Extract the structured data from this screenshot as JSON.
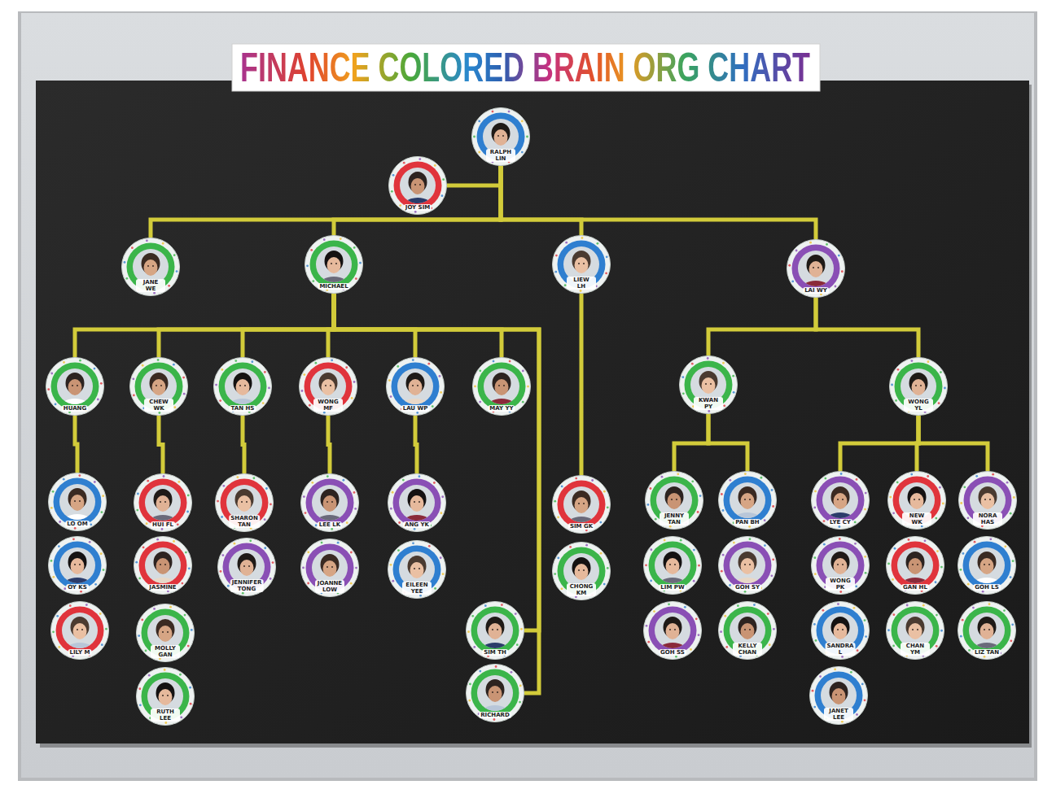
{
  "diagram": {
    "title": "FINANCE COLORED BRAIN ORG CHART",
    "nodes": [
      {
        "text": [
          "RALPH LIN"
        ]
      },
      {
        "text": [
          "JOY SIM"
        ]
      },
      {
        "text": [
          "JANE WE"
        ]
      },
      {
        "text": [
          "MICHAEL"
        ]
      },
      {
        "text": [
          "LIEW LH"
        ]
      },
      {
        "text": [
          "LAI WY"
        ]
      },
      {
        "text": [
          "HUANG"
        ]
      },
      {
        "text": [
          "CHEW WK"
        ]
      },
      {
        "text": [
          "TAN HS"
        ]
      },
      {
        "text": [
          "WONG MF"
        ]
      },
      {
        "text": [
          "LAU WP"
        ]
      },
      {
        "text": [
          "MAY YY"
        ]
      },
      {
        "text": [
          "LO OM"
        ]
      },
      {
        "text": [
          "OY KS"
        ]
      },
      {
        "text": [
          "LILY M"
        ]
      },
      {
        "text": [
          "HUI FL"
        ]
      },
      {
        "text": [
          "JASMINE"
        ]
      },
      {
        "text": [
          "MOLLY GAN"
        ]
      },
      {
        "text": [
          "RUTH LEE"
        ]
      },
      {
        "text": [
          "SHARON TAN"
        ]
      },
      {
        "text": [
          "JENNIFER TONG"
        ]
      },
      {
        "text": [
          "LEE LK"
        ]
      },
      {
        "text": [
          "JOANNE LOW"
        ]
      },
      {
        "text": [
          "ANG YK"
        ]
      },
      {
        "text": [
          "EILEEN YEE"
        ]
      },
      {
        "text": [
          "SIM TH"
        ]
      },
      {
        "text": [
          "RICHARD"
        ]
      },
      {
        "text": [
          "SIM GK"
        ]
      },
      {
        "text": [
          "CHONG KM"
        ]
      },
      {
        "text": [
          "KWAN PY"
        ]
      },
      {
        "text": [
          "WONG YL"
        ]
      },
      {
        "text": [
          "JENNY TAN"
        ]
      },
      {
        "text": [
          "PAN BH"
        ]
      },
      {
        "text": [
          "LIM PW"
        ]
      },
      {
        "text": [
          "GOH SY"
        ]
      },
      {
        "text": [
          "GOH SS"
        ]
      },
      {
        "text": [
          "KELLY CHAN"
        ]
      },
      {
        "text": [
          "LYE CY"
        ]
      },
      {
        "text": [
          "NEW WK"
        ]
      },
      {
        "text": [
          "NORA HAS"
        ]
      },
      {
        "text": [
          "WONG PK"
        ]
      },
      {
        "text": [
          "GAN HL"
        ]
      },
      {
        "text": [
          "GOH LS"
        ]
      },
      {
        "text": [
          "SANDRA L"
        ]
      },
      {
        "text": [
          "CHAN YM"
        ]
      },
      {
        "text": [
          "LIZ TAN"
        ]
      },
      {
        "text": [
          "JANET LEE"
        ]
      }
    ],
    "edges": [
      {
        "from": 0,
        "to": 1,
        "arrow": "none"
      },
      {
        "from": 0,
        "to": 2,
        "arrow": "none"
      },
      {
        "from": 0,
        "to": 3,
        "arrow": "none"
      },
      {
        "from": 0,
        "to": 4,
        "arrow": "none"
      },
      {
        "from": 0,
        "to": 5,
        "arrow": "none"
      },
      {
        "from": 3,
        "to": 6,
        "arrow": "none"
      },
      {
        "from": 3,
        "to": 7,
        "arrow": "none"
      },
      {
        "from": 3,
        "to": 8,
        "arrow": "none"
      },
      {
        "from": 3,
        "to": 9,
        "arrow": "none"
      },
      {
        "from": 3,
        "to": 10,
        "arrow": "none"
      },
      {
        "from": 3,
        "to": 11,
        "arrow": "none"
      },
      {
        "from": 3,
        "to": 25,
        "arrow": "none"
      },
      {
        "from": 3,
        "to": 26,
        "arrow": "none"
      },
      {
        "from": 6,
        "to": 12,
        "arrow": "none"
      },
      {
        "from": 7,
        "to": 15,
        "arrow": "none"
      },
      {
        "from": 8,
        "to": 19,
        "arrow": "none"
      },
      {
        "from": 9,
        "to": 21,
        "arrow": "none"
      },
      {
        "from": 10,
        "to": 23,
        "arrow": "none"
      },
      {
        "from": 4,
        "to": 27,
        "arrow": "none"
      },
      {
        "from": 5,
        "to": 29,
        "arrow": "none"
      },
      {
        "from": 5,
        "to": 30,
        "arrow": "none"
      },
      {
        "from": 29,
        "to": 31,
        "arrow": "none"
      },
      {
        "from": 29,
        "to": 32,
        "arrow": "none"
      },
      {
        "from": 30,
        "to": 37,
        "arrow": "none"
      },
      {
        "from": 30,
        "to": 38,
        "arrow": "none"
      },
      {
        "from": 30,
        "to": 39,
        "arrow": "none"
      }
    ]
  }
}
